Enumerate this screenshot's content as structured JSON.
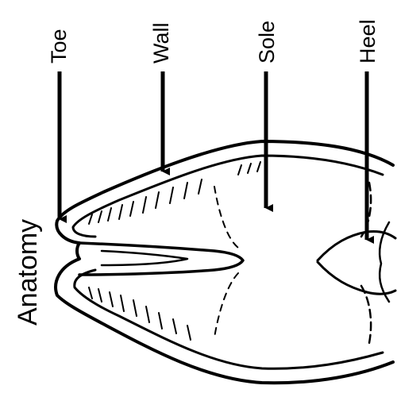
{
  "diagram": {
    "title": "Anatomy",
    "labels": [
      {
        "key": "toe",
        "text": "Toe"
      },
      {
        "key": "wall",
        "text": "Wall"
      },
      {
        "key": "sole",
        "text": "Sole"
      },
      {
        "key": "heel",
        "text": "Heel"
      }
    ]
  },
  "colors": {
    "ink": "#000000",
    "background": "#ffffff"
  }
}
